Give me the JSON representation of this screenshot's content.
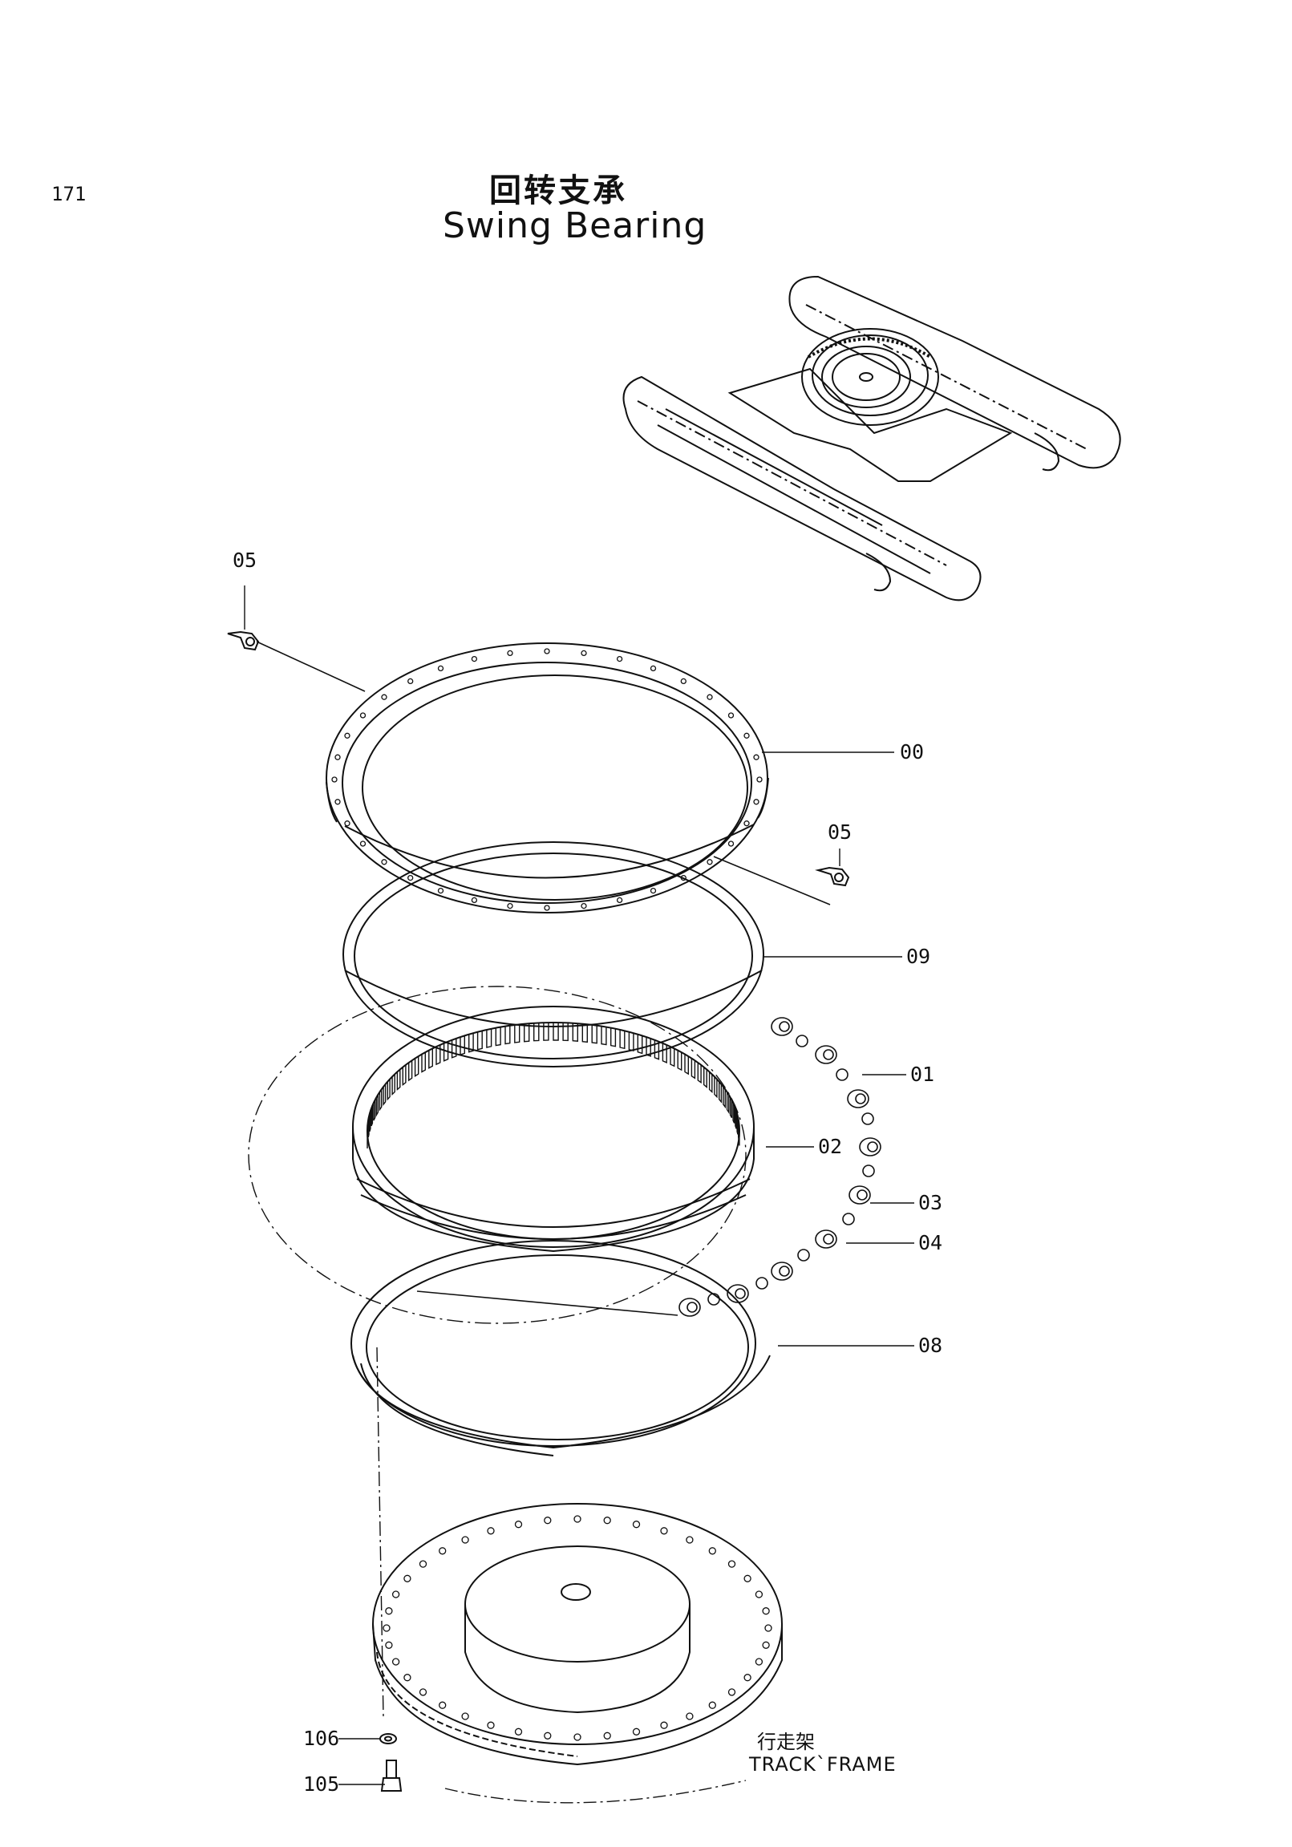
{
  "page_number": "171",
  "title_cn": "回转支承",
  "title_en": "Swing Bearing",
  "callouts": {
    "c05_top": "05",
    "c00": "00",
    "c05_right": "05",
    "c09": "09",
    "c01": "01",
    "c02": "02",
    "c03": "03",
    "c04": "04",
    "c08": "08",
    "c106": "106",
    "c105": "105"
  },
  "track_frame": {
    "label_cn": "行走架",
    "label_en": "TRACK`FRAME"
  }
}
